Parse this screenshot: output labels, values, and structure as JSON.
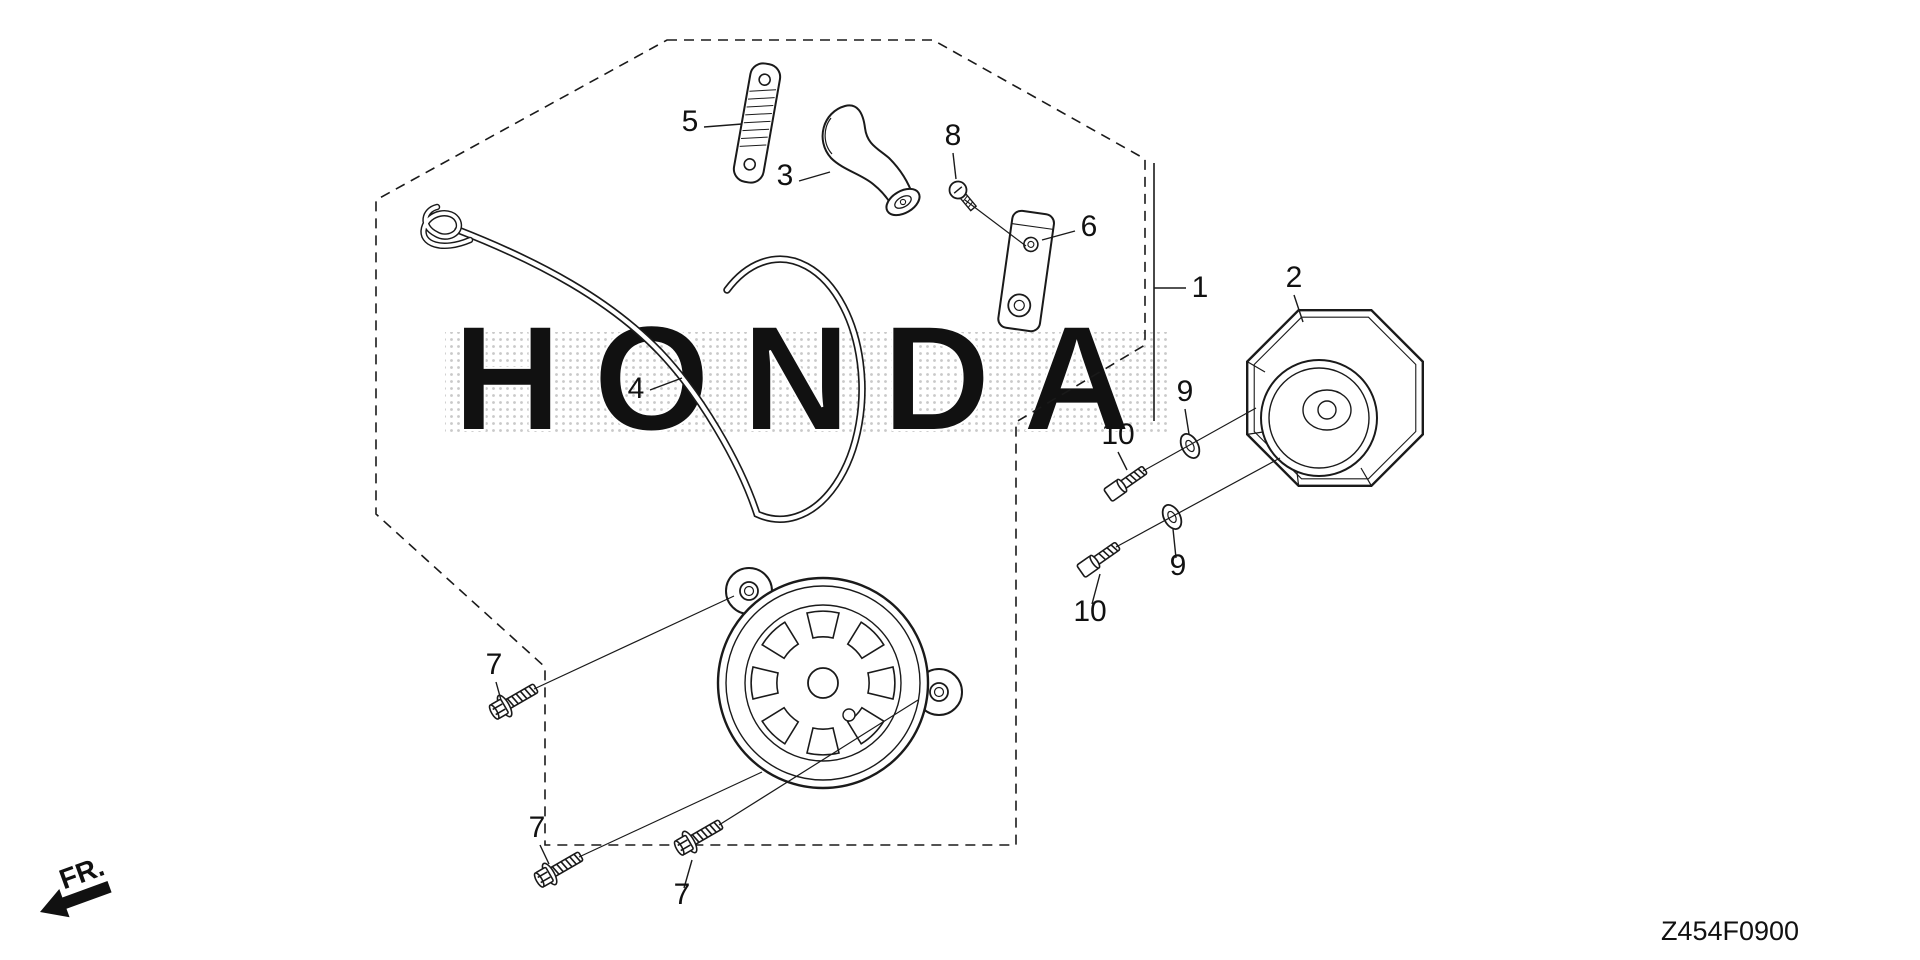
{
  "diagram": {
    "code": "Z454F0900",
    "watermark_text": "HONDA",
    "front_marker": "FR.",
    "callouts": {
      "part1": "1",
      "part2": "2",
      "part3": "3",
      "part4": "4",
      "part5": "5",
      "part6": "6",
      "part7": "7",
      "part8": "8",
      "part9": "9",
      "part10": "10"
    }
  }
}
